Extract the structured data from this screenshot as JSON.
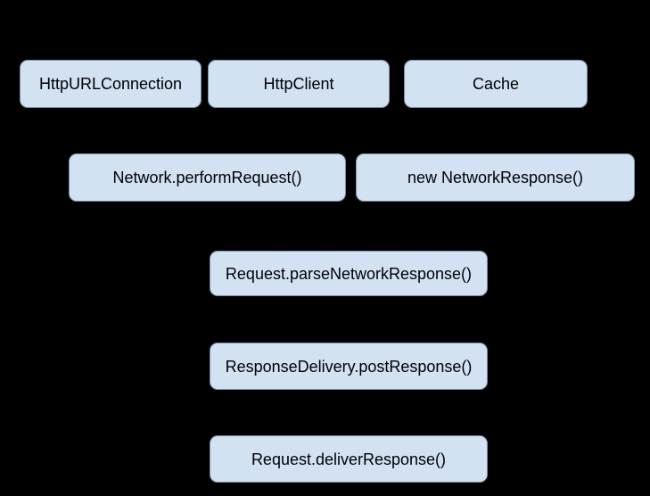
{
  "diagram": {
    "description": "Volley networking flow diagram on black background; connector arrows not visible",
    "colors": {
      "background": "#000000",
      "box_fill": "#d3e2f3",
      "box_border": "#7b8fa3",
      "text": "#000000"
    },
    "nodes": [
      {
        "id": "http-url-connection",
        "label": "HttpURLConnection"
      },
      {
        "id": "http-client",
        "label": "HttpClient"
      },
      {
        "id": "cache",
        "label": "Cache"
      },
      {
        "id": "network-perform-request",
        "label": "Network.performRequest()"
      },
      {
        "id": "new-network-response",
        "label": "new NetworkResponse()"
      },
      {
        "id": "request-parse-network-response",
        "label": "Request.parseNetworkResponse()"
      },
      {
        "id": "response-delivery-post-response",
        "label": "ResponseDelivery.postResponse()"
      },
      {
        "id": "request-deliver-response",
        "label": "Request.deliverResponse()"
      }
    ]
  }
}
